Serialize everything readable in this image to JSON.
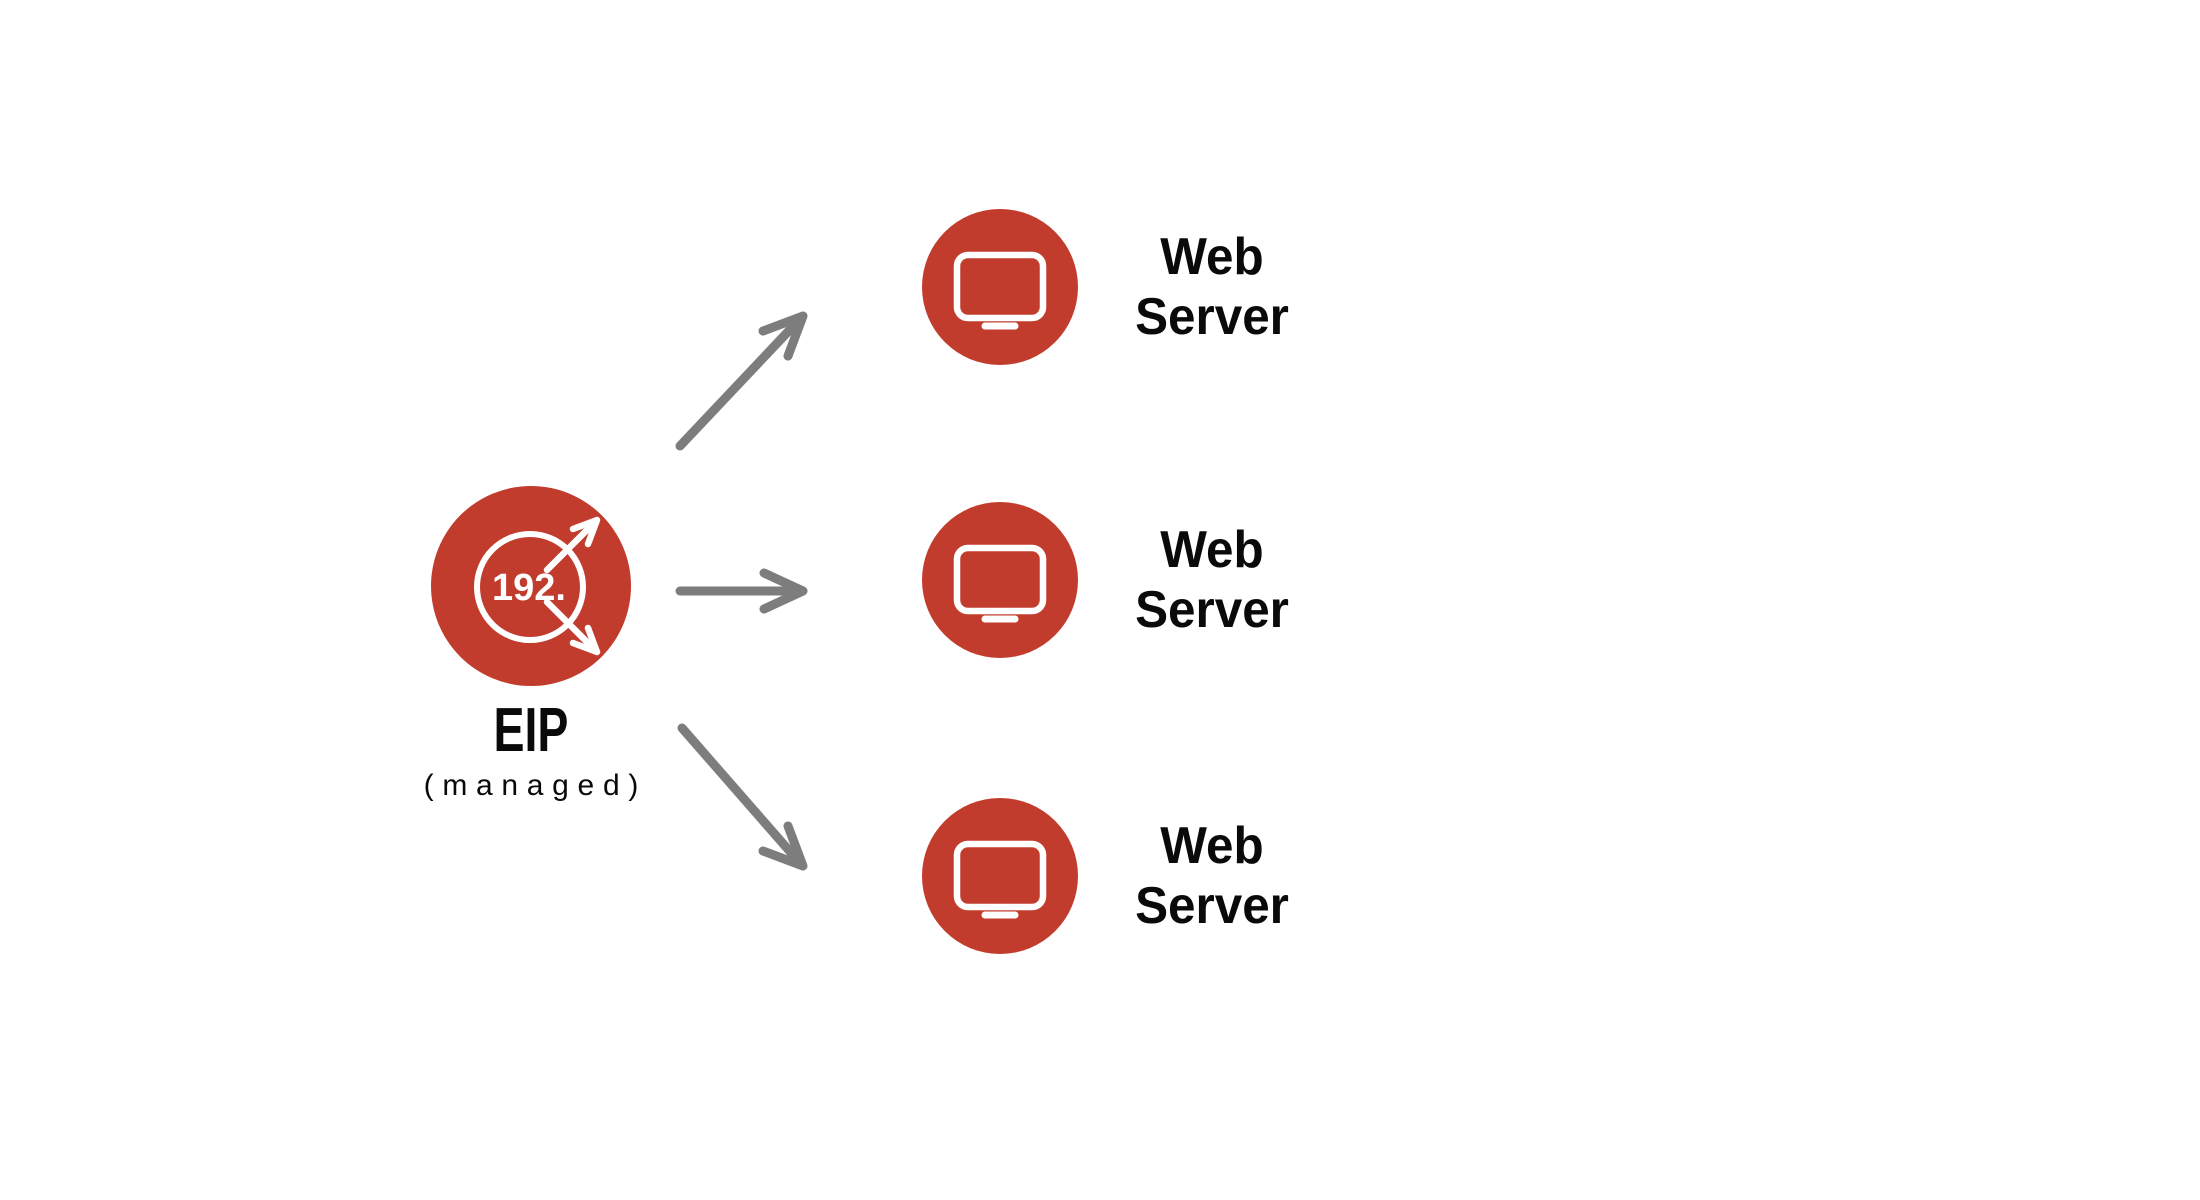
{
  "page": {
    "background": "#FFFFFF",
    "description": "EIP load distribution diagram"
  },
  "colors": {
    "node-red": "#C23C2D",
    "arrow-gray": "#7D7D7D",
    "icon-white": "#FFFFFF",
    "label-black": "#0A0A0A"
  },
  "eip": {
    "icon": "elastic-ip-scale-out-icon",
    "icon_text": "192.",
    "label": "EIP",
    "sublabel": "(managed)"
  },
  "servers": [
    {
      "icon": "monitor-icon",
      "label": "Web Server"
    },
    {
      "icon": "monitor-icon",
      "label": "Web Server"
    },
    {
      "icon": "monitor-icon",
      "label": "Web Server"
    }
  ],
  "connectors": [
    {
      "from": "eip",
      "to": "server-1",
      "shape": "arrow-up-right"
    },
    {
      "from": "eip",
      "to": "server-2",
      "shape": "arrow-right"
    },
    {
      "from": "eip",
      "to": "server-3",
      "shape": "arrow-down-right"
    }
  ]
}
